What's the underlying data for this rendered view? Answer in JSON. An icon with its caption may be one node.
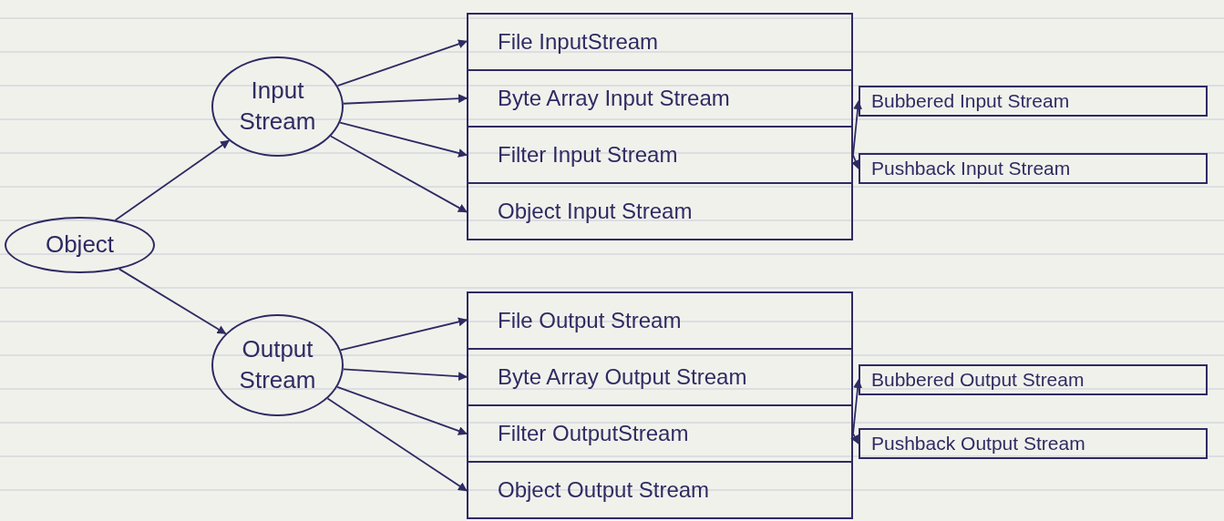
{
  "diagram": {
    "nodes": [
      {
        "text": [
          "Object"
        ]
      },
      {
        "text": [
          "Input Stream"
        ]
      },
      {
        "text": [
          "Output Stream"
        ]
      },
      {
        "text": [],
        "shape": "box"
      },
      {
        "text": [
          "File InputStream"
        ],
        "in": 3
      },
      {
        "text": [
          "Byte Array Input Stream"
        ],
        "in": 3
      },
      {
        "text": [
          "Filter Input Stream"
        ],
        "in": 3
      },
      {
        "text": [
          "Object Input Stream"
        ],
        "in": 3
      },
      {
        "text": [
          "Bubbered Input Stream"
        ]
      },
      {
        "text": [
          "Pushback Input Stream"
        ]
      },
      {
        "text": [],
        "shape": "box"
      },
      {
        "text": [
          "File Output Stream"
        ],
        "in": 10
      },
      {
        "text": [
          "Byte Array Output Stream"
        ],
        "in": 10
      },
      {
        "text": [
          "Filter OutputStream"
        ],
        "in": 10
      },
      {
        "text": [
          "Object Output Stream"
        ],
        "in": 10
      },
      {
        "text": [
          "Bubbered Output Stream"
        ]
      },
      {
        "text": [
          "Pushback Output Stream"
        ]
      }
    ],
    "edges": [
      {
        "from": 0,
        "to": 1,
        "arrow": "to"
      },
      {
        "from": 0,
        "to": 2,
        "arrow": "to"
      },
      {
        "from": 1,
        "to": 4,
        "arrow": "to"
      },
      {
        "from": 1,
        "to": 5,
        "arrow": "to"
      },
      {
        "from": 1,
        "to": 6,
        "arrow": "to"
      },
      {
        "from": 1,
        "to": 7,
        "arrow": "to"
      },
      {
        "from": 6,
        "to": 8,
        "arrow": "to"
      },
      {
        "from": 6,
        "to": 9,
        "arrow": "to"
      },
      {
        "from": 2,
        "to": 11,
        "arrow": "to"
      },
      {
        "from": 2,
        "to": 12,
        "arrow": "to"
      },
      {
        "from": 2,
        "to": 13,
        "arrow": "to"
      },
      {
        "from": 2,
        "to": 14,
        "arrow": "to"
      },
      {
        "from": 13,
        "to": 15,
        "arrow": "to"
      },
      {
        "from": 13,
        "to": 16,
        "arrow": "to"
      }
    ]
  }
}
